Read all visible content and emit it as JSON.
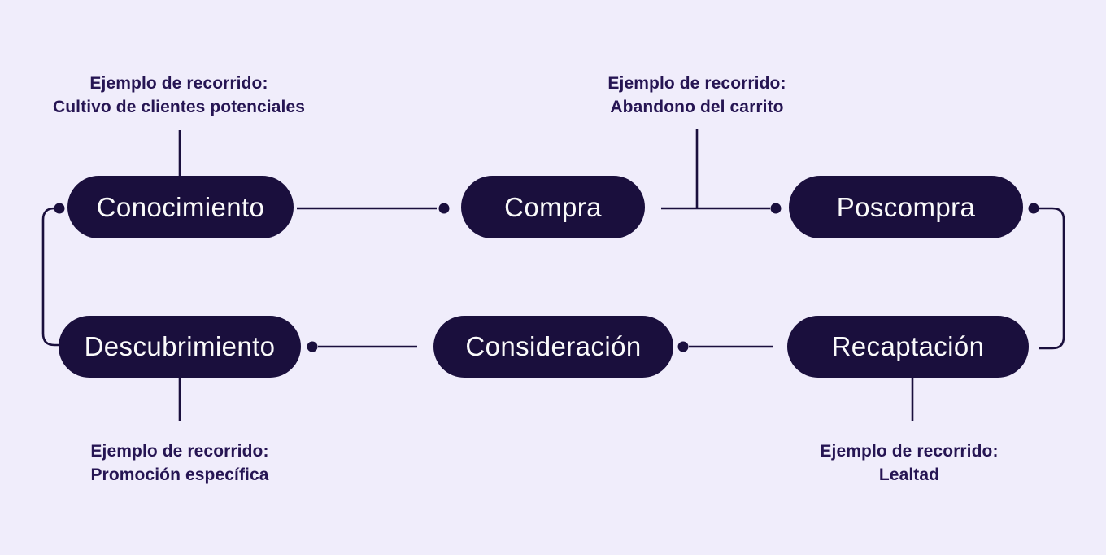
{
  "diagram": {
    "stages": [
      {
        "id": "conocimiento",
        "label": "Conocimiento"
      },
      {
        "id": "compra",
        "label": "Compra"
      },
      {
        "id": "poscompra",
        "label": "Poscompra"
      },
      {
        "id": "descubrimiento",
        "label": "Descubrimiento"
      },
      {
        "id": "consideracion",
        "label": "Consideración"
      },
      {
        "id": "recaptacion",
        "label": "Recaptación"
      }
    ],
    "annotations": [
      {
        "id": "cultivo",
        "title": "Ejemplo de recorrido:",
        "subtitle": "Cultivo de clientes potenciales"
      },
      {
        "id": "abandono",
        "title": "Ejemplo de recorrido:",
        "subtitle": "Abandono del carrito"
      },
      {
        "id": "promocion",
        "title": "Ejemplo de recorrido:",
        "subtitle": "Promoción específica"
      },
      {
        "id": "lealtad",
        "title": "Ejemplo de recorrido:",
        "subtitle": "Lealtad"
      }
    ]
  },
  "colors": {
    "background": "#F0EDFB",
    "pill": "#1A0F3D",
    "pill_text": "#FAFAFA",
    "line": "#1A0F3D",
    "annotation_text": "#261553"
  }
}
